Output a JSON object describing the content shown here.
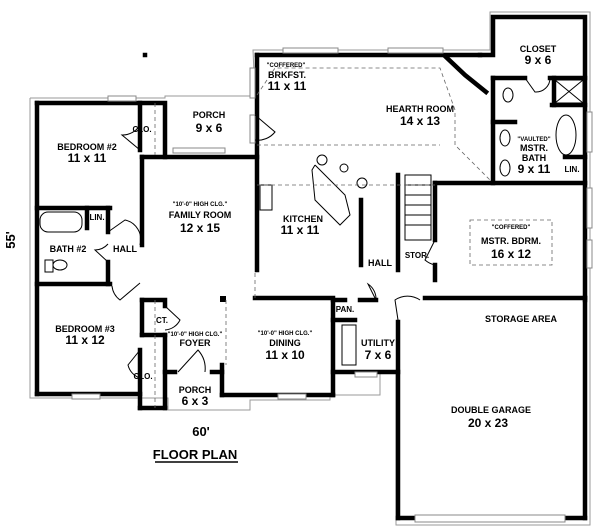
{
  "plan": {
    "title": "FLOOR PLAN",
    "width_dimension": "60'",
    "depth_dimension": "55'"
  },
  "rooms": {
    "bedroom2": {
      "name": "BEDROOM #2",
      "size": "11 x 11"
    },
    "clo_bed2": {
      "name": "CLO."
    },
    "porch_rear": {
      "name": "PORCH",
      "size": "9 x 6"
    },
    "brkfst": {
      "note": "\"COFFERED\"",
      "name": "BRKFST.",
      "size": "11 x 11"
    },
    "hearth": {
      "name": "HEARTH ROOM",
      "size": "14 x 13"
    },
    "closet": {
      "name": "CLOSET",
      "size": "9 x 6"
    },
    "mstr_bath": {
      "note": "\"VAULTED\"",
      "name": "MSTR.",
      "name2": "BATH",
      "size": "9 x 11"
    },
    "lin_master": {
      "name": "LIN."
    },
    "family": {
      "note": "\"10'-0\" HIGH CLG.\"",
      "name": "FAMILY ROOM",
      "size": "12 x 15"
    },
    "kitchen": {
      "name": "KITCHEN",
      "size": "11 x 11"
    },
    "lin_bath": {
      "name": "LIN."
    },
    "bath2": {
      "name": "BATH #2"
    },
    "hall_left": {
      "name": "HALL"
    },
    "hall_right": {
      "name": "HALL"
    },
    "stor": {
      "name": "STOR."
    },
    "mstr_bdrm": {
      "note": "\"COFFERED\"",
      "name": "MSTR. BDRM.",
      "size": "16 x 12"
    },
    "pan": {
      "name": "PAN."
    },
    "storage": {
      "name": "STORAGE AREA"
    },
    "utility": {
      "name": "UTILITY",
      "size": "7 x 6"
    },
    "bedroom3": {
      "name": "BEDROOM #3",
      "size": "11 x 12"
    },
    "ct": {
      "name": "CT."
    },
    "clo_bed3": {
      "name": "CLO."
    },
    "foyer": {
      "note": "\"10'-0\" HIGH CLG.\"",
      "name": "FOYER"
    },
    "dining": {
      "note": "\"10'-0\" HIGH CLG.\"",
      "name": "DINING",
      "size": "11 x 10"
    },
    "porch_front": {
      "name": "PORCH",
      "size": "6 x 3"
    },
    "garage": {
      "name": "DOUBLE GARAGE",
      "size": "20 x 23"
    }
  }
}
